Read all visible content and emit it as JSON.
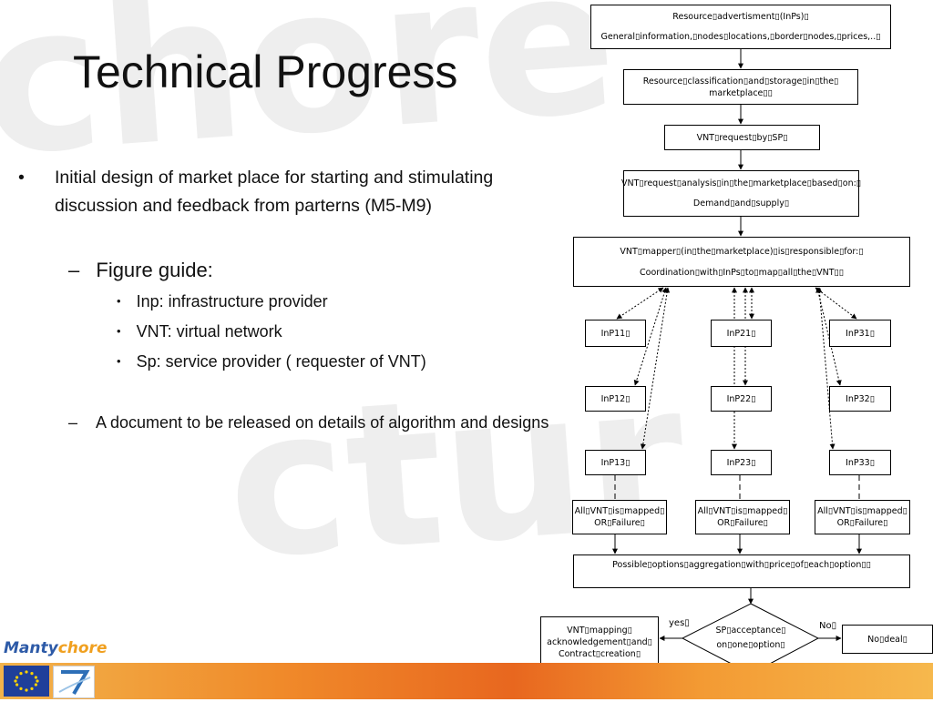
{
  "slide": {
    "title": "Technical Progress",
    "bullets": {
      "b1_marker": "•",
      "b1_text": "Initial design of market place  for starting and stimulating discussion and feedback from parterns (M5-M9)",
      "b2_marker": "–",
      "b2_text": "Figure guide:",
      "b3_items": [
        {
          "marker": "•",
          "text": "Inp: infrastructure provider"
        },
        {
          "marker": "•",
          "text": "VNT: virtual network"
        },
        {
          "marker": "•",
          "text": "Sp: service provider ( requester of VNT)"
        }
      ],
      "b4_marker": "–",
      "b4_text": "A document to be released on details of algorithm and designs"
    }
  },
  "diagram": {
    "ad_box": {
      "line1": "Resource▯advertisment▯(InPs)▯",
      "line2": "General▯information,▯nodes▯locations,▯border▯nodes,▯prices,..▯"
    },
    "classify_box": {
      "line1": "Resource▯classification▯and▯storage▯in▯the▯",
      "line2": "marketplace▯▯"
    },
    "request_box": {
      "line1": "VNT▯request▯by▯SP▯"
    },
    "analysis_box": {
      "line1": "VNT▯request▯analysis▯in▯the▯marketplace▯based▯on:▯",
      "line2": "Demand▯and▯supply▯"
    },
    "mapper_box": {
      "line1": "VNT▯mapper▯(in▯the▯marketplace)▯is▯responsible▯for:▯",
      "line2": "Coordination▯with▯InPs▯to▯map▯all▯the▯VNT▯▯"
    },
    "inps": {
      "c1": [
        "InP11▯",
        "InP12▯",
        "InP13▯"
      ],
      "c2": [
        "InP21▯",
        "InP22▯",
        "InP23▯"
      ],
      "c3": [
        "InP31▯",
        "InP32▯",
        "InP33▯"
      ]
    },
    "mapped_box": {
      "line1": "All▯VNT▯is▯mapped▯",
      "line2": "OR▯Failure▯"
    },
    "aggregation_box": {
      "line1": "Possible▯options▯aggregation▯with▯price▯of▯each▯option▯▯"
    },
    "decision": {
      "line1": "SP▯acceptance▯",
      "line2": "on▯one▯option▯"
    },
    "yes_label": "yes▯",
    "no_label": "No▯",
    "contract_box": {
      "line1": "VNT▯mapping▯",
      "line2": "acknowledgement▯and▯",
      "line3": "Contract▯creation▯"
    },
    "no_deal_box": {
      "line1": "No▯deal▯"
    }
  },
  "footer": {
    "logo_part1": "Manty",
    "logo_part2": "chore"
  },
  "colors": {
    "footer_gradient": [
      "#f2b34b",
      "#e8671f",
      "#f6b84d"
    ],
    "logo_blue": "#2d5aa7",
    "logo_orange": "#f0a020"
  }
}
